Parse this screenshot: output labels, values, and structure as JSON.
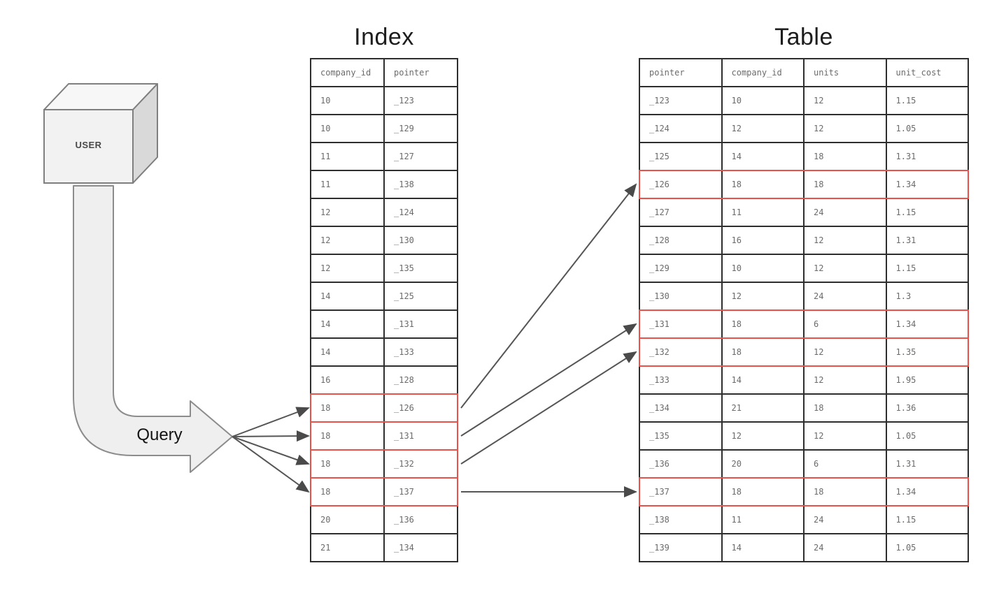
{
  "titles": {
    "index": "Index",
    "table": "Table"
  },
  "user_box": {
    "label": "USER"
  },
  "query_arrow": {
    "label": "Query"
  },
  "index_table": {
    "columns": [
      "company_id",
      "pointer"
    ],
    "rows": [
      [
        "10",
        "_123"
      ],
      [
        "10",
        "_129"
      ],
      [
        "11",
        "_127"
      ],
      [
        "11",
        "_138"
      ],
      [
        "12",
        "_124"
      ],
      [
        "12",
        "_130"
      ],
      [
        "12",
        "_135"
      ],
      [
        "14",
        "_125"
      ],
      [
        "14",
        "_131"
      ],
      [
        "14",
        "_133"
      ],
      [
        "16",
        "_128"
      ],
      [
        "18",
        "_126"
      ],
      [
        "18",
        "_131"
      ],
      [
        "18",
        "_132"
      ],
      [
        "18",
        "_137"
      ],
      [
        "20",
        "_136"
      ],
      [
        "21",
        "_134"
      ]
    ],
    "highlight_rows": [
      11,
      12,
      13,
      14
    ]
  },
  "data_table": {
    "columns": [
      "pointer",
      "company_id",
      "units",
      "unit_cost"
    ],
    "rows": [
      [
        "_123",
        "10",
        "12",
        "1.15"
      ],
      [
        "_124",
        "12",
        "12",
        "1.05"
      ],
      [
        "_125",
        "14",
        "18",
        "1.31"
      ],
      [
        "_126",
        "18",
        "18",
        "1.34"
      ],
      [
        "_127",
        "11",
        "24",
        "1.15"
      ],
      [
        "_128",
        "16",
        "12",
        "1.31"
      ],
      [
        "_129",
        "10",
        "12",
        "1.15"
      ],
      [
        "_130",
        "12",
        "24",
        "1.3"
      ],
      [
        "_131",
        "18",
        "6",
        "1.34"
      ],
      [
        "_132",
        "18",
        "12",
        "1.35"
      ],
      [
        "_133",
        "14",
        "12",
        "1.95"
      ],
      [
        "_134",
        "21",
        "18",
        "1.36"
      ],
      [
        "_135",
        "12",
        "12",
        "1.05"
      ],
      [
        "_136",
        "20",
        "6",
        "1.31"
      ],
      [
        "_137",
        "18",
        "18",
        "1.34"
      ],
      [
        "_138",
        "11",
        "24",
        "1.15"
      ],
      [
        "_139",
        "14",
        "24",
        "1.05"
      ]
    ],
    "highlight_rows": [
      3,
      8,
      9,
      14
    ]
  },
  "links": [
    {
      "from_index_row": 11,
      "to_table_row": 3
    },
    {
      "from_index_row": 12,
      "to_table_row": 8
    },
    {
      "from_index_row": 13,
      "to_table_row": 9
    },
    {
      "from_index_row": 14,
      "to_table_row": 14
    }
  ],
  "colors": {
    "table_border": "#2e2e2e",
    "highlight_border": "#e8524a",
    "cell_text": "#6b6b6b",
    "title_text": "#1d1d1d",
    "arrow_fill": "#efefef",
    "arrow_stroke": "#8c8c8c",
    "connector": "#555555",
    "cube_front": "#f2f2f2",
    "cube_top": "#f7f7f7",
    "cube_side": "#d9d9d9"
  }
}
